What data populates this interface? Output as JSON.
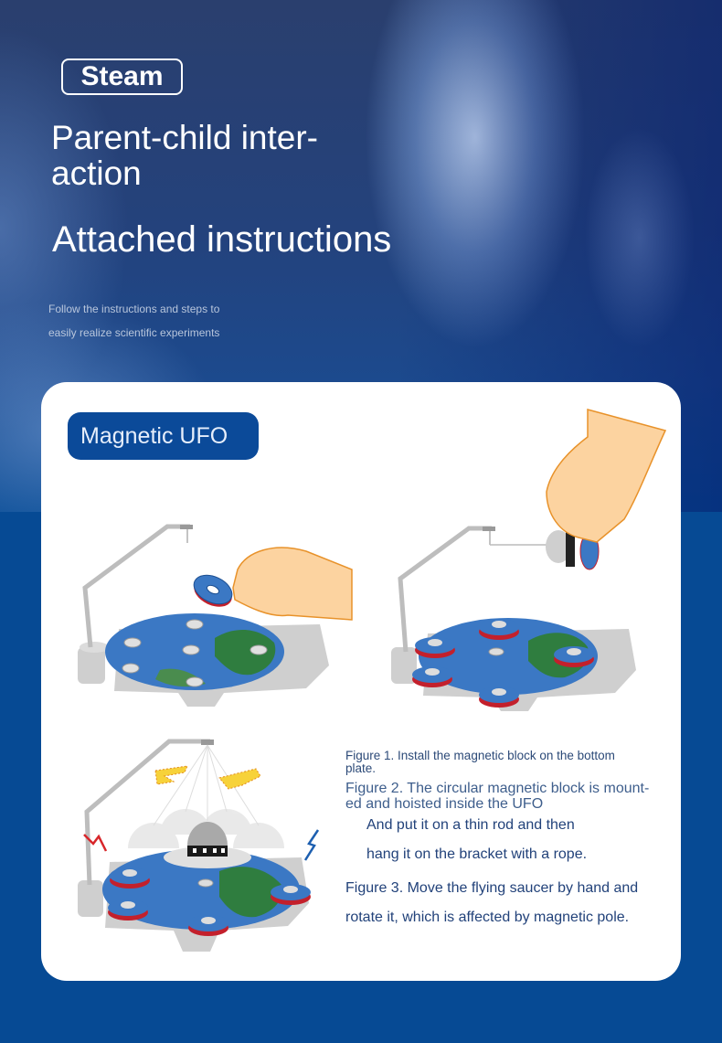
{
  "header": {
    "badge": "Steam",
    "title_line1": "Parent-child inter-",
    "title_line2": "action",
    "subtitle": "Attached instructions",
    "description_line1": "Follow the instructions and steps to",
    "description_line2": "easily realize scientific experiments"
  },
  "card": {
    "product_label": "Magnetic UFO",
    "figures": [
      {
        "id": "figure-1",
        "icon": "hand-placing-magnet-illustration"
      },
      {
        "id": "figure-2",
        "icon": "hand-hanging-ufo-illustration"
      },
      {
        "id": "figure-3",
        "icon": "swinging-ufo-illustration"
      }
    ],
    "captions": {
      "figure1": "Figure 1. Install the magnetic block on the bottom plate.",
      "figure2": "Figure 2. The circular magnetic block is mount- ed and hoisted inside the UFO",
      "figure2_line3": "And put it on a thin rod and then",
      "figure2_line4": "hang it on the bracket with a rope.",
      "figure3_line1": "Figure 3. Move the flying saucer by hand and",
      "figure3_line2": "rotate it, which is affected by magnetic pole."
    }
  },
  "colors": {
    "background_blue": "#064a94",
    "pill_blue": "#0b4a99",
    "caption_text": "#2c4a78",
    "hand_fill": "#fcd3a0",
    "hand_outline": "#e8922a",
    "map_ocean": "#3b78c4",
    "map_land": "#2f7d3f",
    "magnet_red": "#c3202c"
  }
}
